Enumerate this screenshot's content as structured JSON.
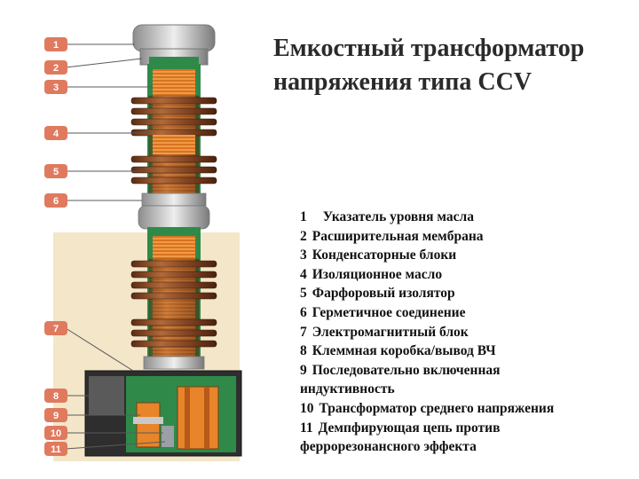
{
  "title_line1": "Емкостный трансформатор",
  "title_line2": "напряжения типа CCV",
  "legend": [
    {
      "num": "1",
      "text": "Указатель уровня масла"
    },
    {
      "num": "2",
      "text": "Расширительная мембрана"
    },
    {
      "num": "3",
      "text": "Конденсаторные блоки"
    },
    {
      "num": "4",
      "text": "Изоляционное масло"
    },
    {
      "num": "5",
      "text": "Фарфоровый изолятор"
    },
    {
      "num": "6",
      "text": "Герметичное соединение"
    },
    {
      "num": "7",
      "text": "Электромагнитный блок"
    },
    {
      "num": "8",
      "text": "Клеммная коробка/вывод ВЧ"
    },
    {
      "num": "9",
      "text": "Последовательно  включенная"
    },
    {
      "num": "",
      "text": "индуктивность"
    },
    {
      "num": "10",
      "text": "Трансформатор среднего напряжения"
    },
    {
      "num": "11",
      "text": "Демпфирующая цепь против"
    },
    {
      "num": "",
      "text": "феррорезонансного эффекта"
    }
  ],
  "badges": [
    "1",
    "2",
    "3",
    "4",
    "5",
    "6",
    "7",
    "8",
    "9",
    "10",
    "11"
  ],
  "colors": {
    "badge": "#e07a5f",
    "porcelain": "#8a4a26",
    "capacitor": "#e8842a",
    "cap_metal": "#c9c9c9",
    "base_box": "#3a3a3a",
    "green_oil": "#2f8a4a",
    "background_panel": "#f3e6c9"
  }
}
